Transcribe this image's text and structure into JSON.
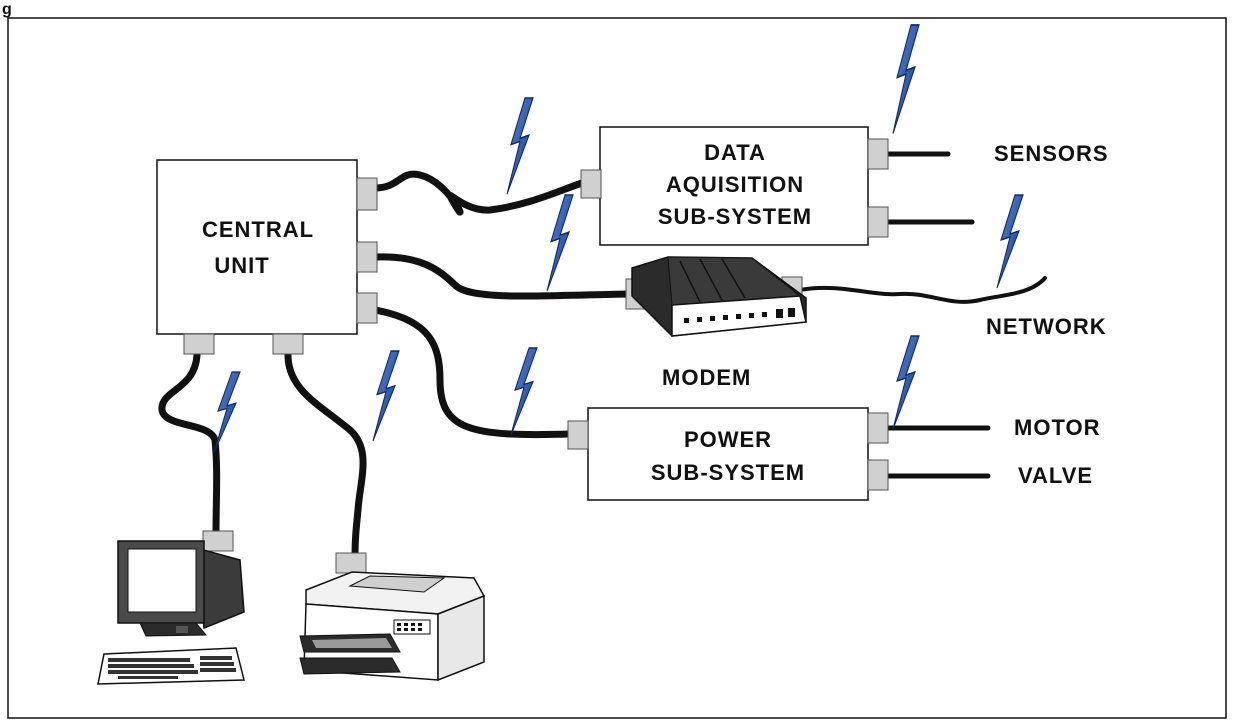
{
  "figure": {
    "heading": "g"
  },
  "blocks": {
    "central_unit": {
      "lines": [
        "CENTRAL",
        "UNIT"
      ]
    },
    "data_acquisition": {
      "lines": [
        "DATA",
        "AQUISITION",
        "SUB-SYSTEM"
      ]
    },
    "power": {
      "lines": [
        "POWER",
        "SUB-SYSTEM"
      ]
    }
  },
  "labels": {
    "sensors": "SENSORS",
    "network": "NETWORK",
    "modem": "MODEM",
    "motor": "MOTOR",
    "valve": "VALVE"
  },
  "colors": {
    "lightning": "#1f4fa8",
    "connector": "#cfcfcf",
    "cable": "#111111",
    "box_border": "#111111"
  }
}
